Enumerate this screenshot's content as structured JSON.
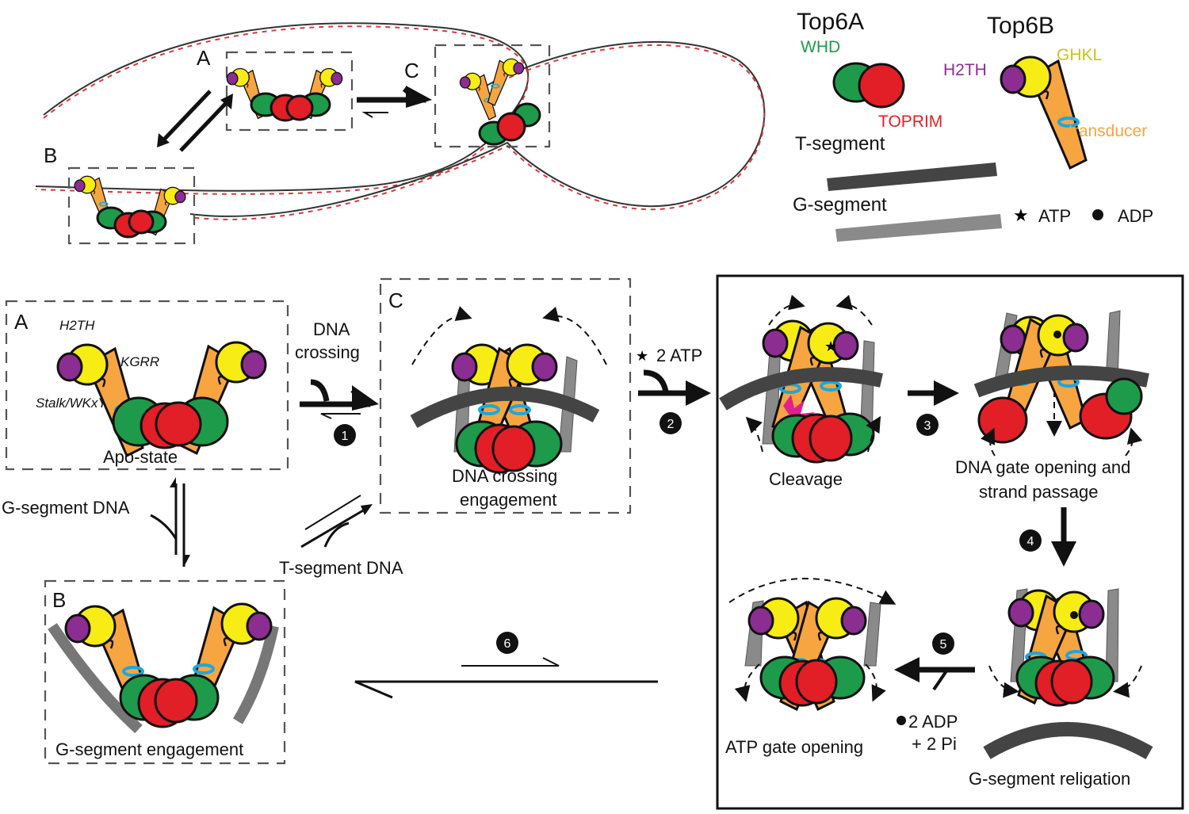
{
  "legend": {
    "top6a_title": "Top6A",
    "top6b_title": "Top6B",
    "whd": "WHD",
    "toprim": "TOPRIM",
    "h2th": "H2TH",
    "ghkl": "GHKL",
    "transducer": "transducer",
    "t_segment": "T-segment",
    "g_segment": "G-segment",
    "atp": "ATP",
    "adp": "ADP"
  },
  "overview": {
    "label_a": "A",
    "label_b": "B",
    "label_c": "C"
  },
  "panel_a": {
    "letter": "A",
    "h2th": "H2TH",
    "kgrr": "KGRR",
    "stalk": "Stalk/WKxY",
    "caption": "Apo-state"
  },
  "panel_b": {
    "letter": "B",
    "caption": "G-segment engagement"
  },
  "panel_c": {
    "letter": "C",
    "caption_line1": "DNA crossing",
    "caption_line2": "engagement"
  },
  "steps": {
    "dna_crossing_line1": "DNA",
    "dna_crossing_line2": "crossing",
    "g_segment_dna": "G-segment DNA",
    "t_segment_dna": "T-segment DNA",
    "atp_label": "2 ATP",
    "adp_line1": "2 ADP",
    "adp_line2": "+ 2 Pi",
    "n1": "1",
    "n2": "2",
    "n3": "3",
    "n4": "4",
    "n5": "5",
    "n6": "6"
  },
  "box": {
    "cleavage": "Cleavage",
    "gate_line1": "DNA gate opening and",
    "gate_line2": "strand passage",
    "religation": "G-segment religation",
    "atp_gate": "ATP gate opening"
  },
  "colors": {
    "green": "#1e9a4b",
    "red": "#e21e26",
    "yellow": "#f7ec13",
    "purple": "#8b2d91",
    "orange": "#f7a541",
    "blue": "#1ba7e0",
    "t_segment": "#444444",
    "g_segment": "#8a8a8a",
    "dna_red": "#d8393f",
    "dna_dark": "#333333"
  }
}
